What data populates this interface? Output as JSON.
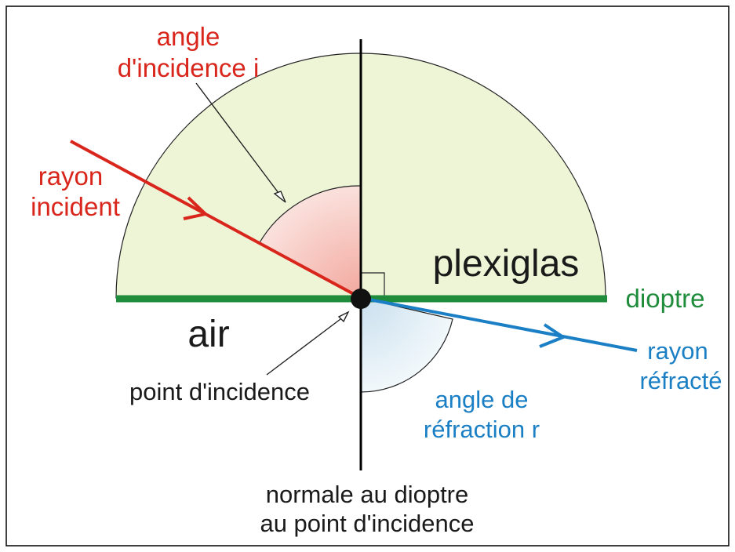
{
  "labels": {
    "angle_incidence": [
      "angle",
      "d'incidence i"
    ],
    "rayon_incident": [
      "rayon",
      "incident"
    ],
    "plexiglas": "plexiglas",
    "dioptre": "dioptre",
    "air": "air",
    "point_incidence": "point d'incidence",
    "angle_refraction": [
      "angle de",
      "réfraction r"
    ],
    "rayon_refracte": [
      "rayon",
      "réfracté"
    ],
    "normale": [
      "normale au dioptre",
      "au point d'incidence"
    ]
  },
  "colors": {
    "incident": "#d9261c",
    "refracted": "#1a7fc4",
    "dioptre": "#1e8c3a",
    "plexiglas_fill": "#eef4d6",
    "incidence_angle_fill": "#f6c7c0",
    "refraction_angle_fill": "#d6e8f2",
    "text": "#1a1a1a"
  }
}
